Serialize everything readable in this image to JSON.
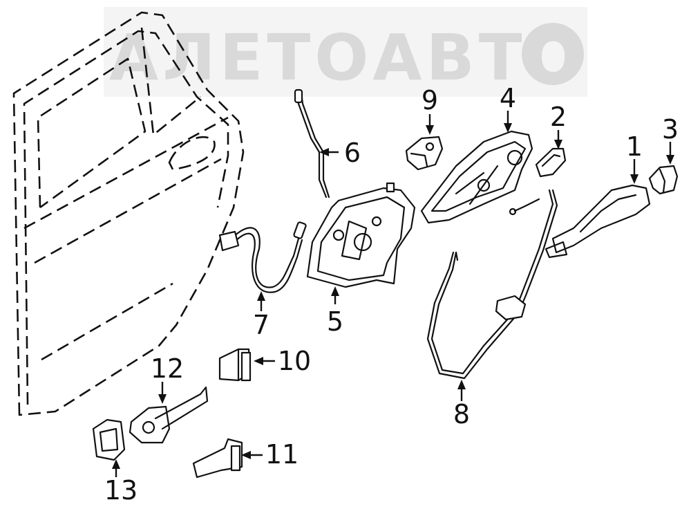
{
  "watermark": {
    "text": "АЛЕТОАВТО",
    "color": "#d9d9d9"
  },
  "callouts": [
    {
      "id": "1",
      "label": "1"
    },
    {
      "id": "2",
      "label": "2"
    },
    {
      "id": "3",
      "label": "3"
    },
    {
      "id": "4",
      "label": "4"
    },
    {
      "id": "5",
      "label": "5"
    },
    {
      "id": "6",
      "label": "6"
    },
    {
      "id": "7",
      "label": "7"
    },
    {
      "id": "8",
      "label": "8"
    },
    {
      "id": "9",
      "label": "9"
    },
    {
      "id": "10",
      "label": "10"
    },
    {
      "id": "11",
      "label": "11"
    },
    {
      "id": "12",
      "label": "12"
    },
    {
      "id": "13",
      "label": "13"
    }
  ],
  "colors": {
    "line": "#111111",
    "background": "#ffffff"
  }
}
